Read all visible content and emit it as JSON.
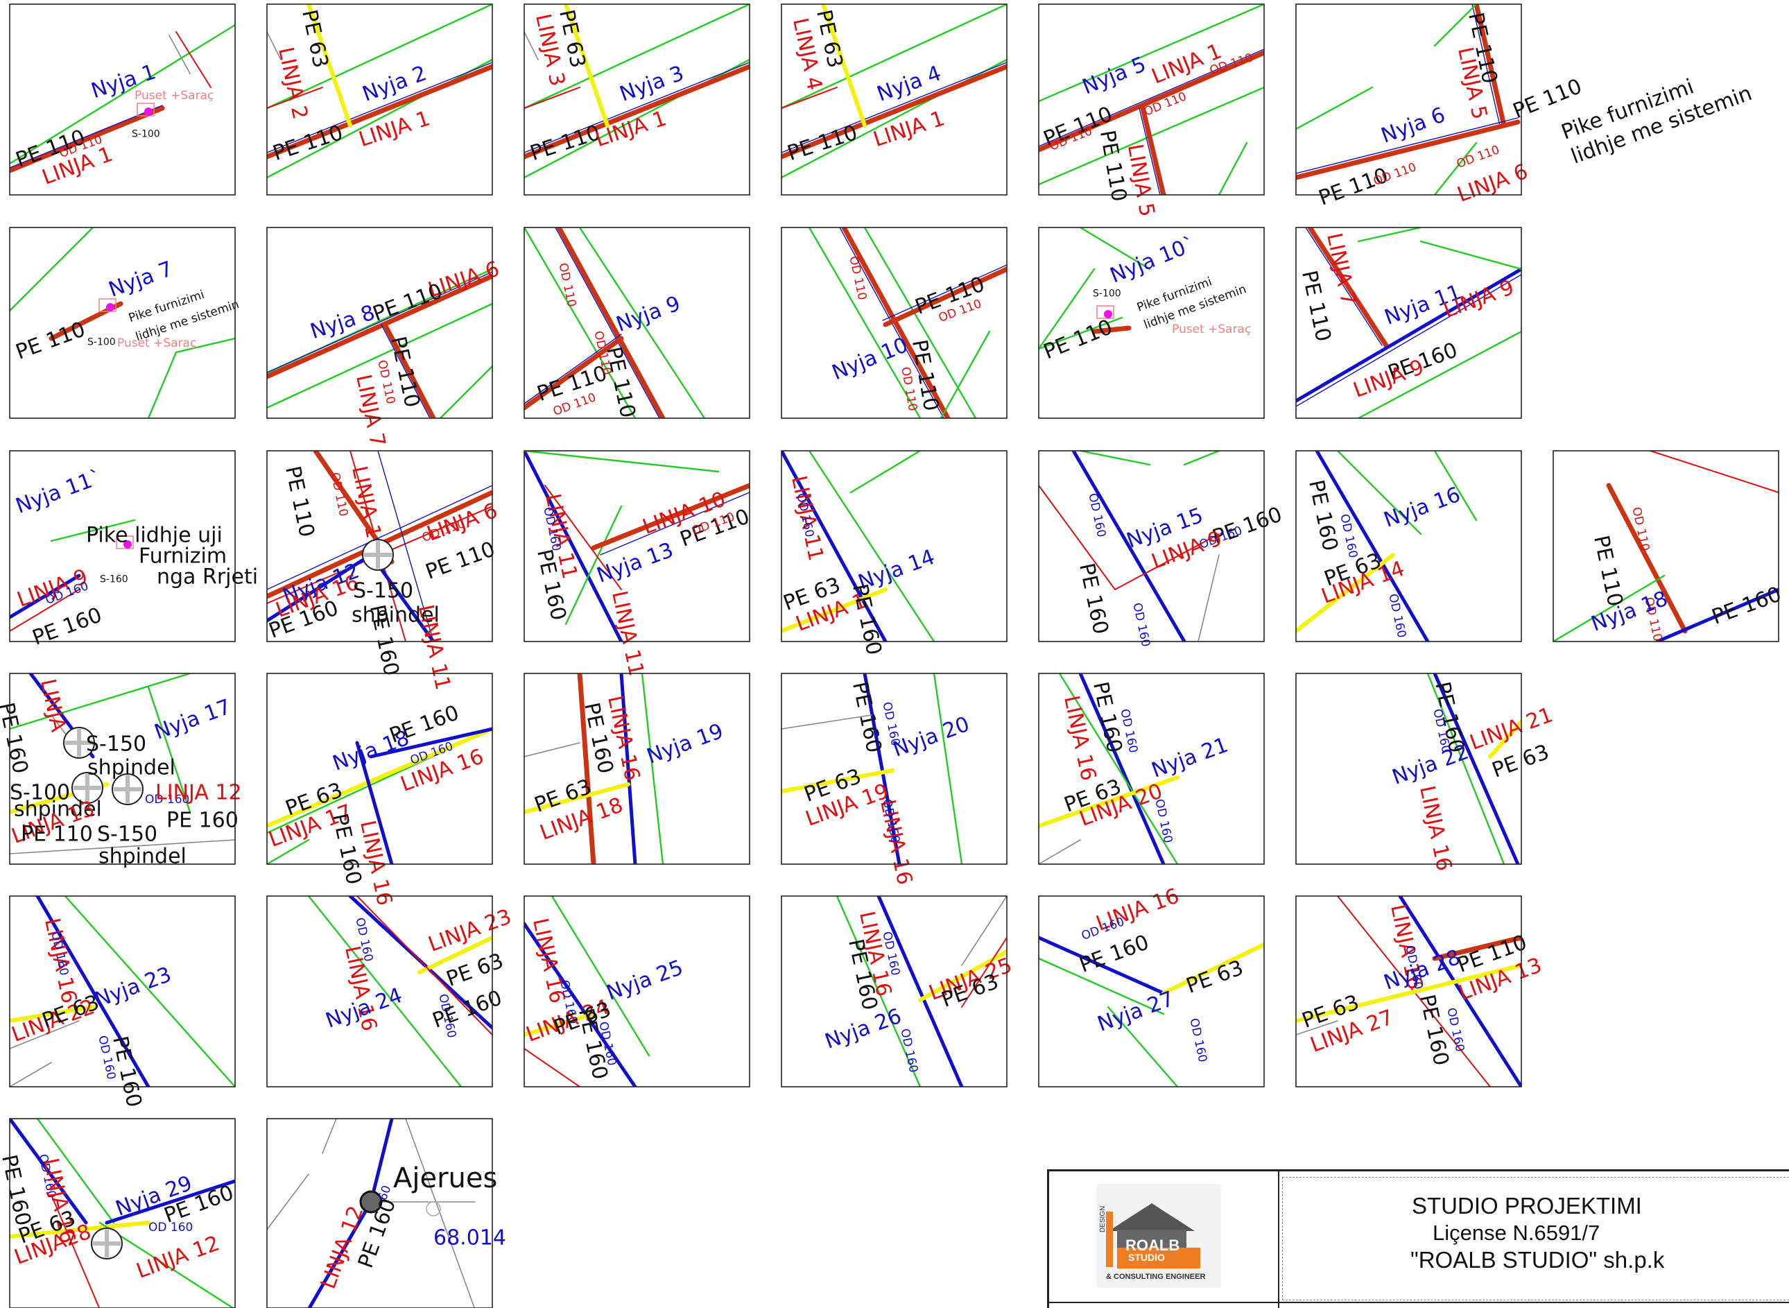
{
  "colors": {
    "frame": "#222222",
    "road": "#22cc22",
    "red_line": "#e01010",
    "pipe_red": "#cc3311",
    "pipe_blue": "#1010cc",
    "pipe_yellow": "#f2f20a",
    "boundary": "#888888",
    "orange": "#ef7d22",
    "magenta": "#ee10ee",
    "salmon": "#f08080"
  },
  "panels": [
    {
      "id": "p1",
      "texts": [
        {
          "t": "Nyja 1",
          "c": "blue"
        },
        {
          "t": "Puset +Saraç",
          "c": "salmon",
          "s": "s"
        },
        {
          "t": "S-100",
          "c": "black",
          "s": "xs"
        },
        {
          "t": "PE 110",
          "c": "black"
        },
        {
          "t": "OD 110",
          "c": "red",
          "s": "s"
        },
        {
          "t": "LINJA 1",
          "c": "red"
        }
      ]
    },
    {
      "id": "p2",
      "texts": [
        {
          "t": "PE 63",
          "c": "black"
        },
        {
          "t": "LINJA 2",
          "c": "red"
        },
        {
          "t": "Nyja 2",
          "c": "blue"
        },
        {
          "t": "PE 110",
          "c": "black"
        },
        {
          "t": "LINJA 1",
          "c": "red"
        }
      ]
    },
    {
      "id": "p3",
      "texts": [
        {
          "t": "LINJA 3",
          "c": "red"
        },
        {
          "t": "PE 63",
          "c": "black"
        },
        {
          "t": "Nyja 3",
          "c": "blue"
        },
        {
          "t": "PE 110",
          "c": "black"
        },
        {
          "t": "LINJA 1",
          "c": "red"
        }
      ]
    },
    {
      "id": "p4",
      "texts": [
        {
          "t": "LINJA 4",
          "c": "red"
        },
        {
          "t": "PE 63",
          "c": "black"
        },
        {
          "t": "Nyja 4",
          "c": "blue"
        },
        {
          "t": "PE 110",
          "c": "black"
        },
        {
          "t": "LINJA 1",
          "c": "red"
        }
      ]
    },
    {
      "id": "p5",
      "texts": [
        {
          "t": "Nyja 5",
          "c": "blue"
        },
        {
          "t": "LINJA 1",
          "c": "red"
        },
        {
          "t": "OD 110",
          "c": "red",
          "s": "s"
        },
        {
          "t": "PE 110",
          "c": "black"
        },
        {
          "t": "OD 110",
          "c": "red",
          "s": "s"
        },
        {
          "t": "OD 110",
          "c": "red",
          "s": "s"
        },
        {
          "t": "LINJA 5",
          "c": "red"
        },
        {
          "t": "PE 110",
          "c": "black"
        }
      ]
    },
    {
      "id": "p6",
      "texts": [
        {
          "t": "PE 110",
          "c": "black"
        },
        {
          "t": "LINJA 5",
          "c": "red"
        },
        {
          "t": "PE 110",
          "c": "black"
        },
        {
          "t": "Pike furnizimi",
          "c": "black"
        },
        {
          "t": "lidhje me sistemin",
          "c": "black"
        },
        {
          "t": "Nyja 6",
          "c": "blue"
        },
        {
          "t": "PE 110",
          "c": "black"
        },
        {
          "t": "OD 110",
          "c": "red",
          "s": "s"
        },
        {
          "t": "OD 110",
          "c": "red",
          "s": "s"
        },
        {
          "t": "LINJA 6",
          "c": "red"
        }
      ]
    },
    {
      "id": "p7",
      "texts": [
        {
          "t": "Nyja 7",
          "c": "blue"
        },
        {
          "t": "Pike furnizimi",
          "c": "black",
          "s": "s"
        },
        {
          "t": "lidhje me sistemin",
          "c": "black",
          "s": "s"
        },
        {
          "t": "PE 110",
          "c": "black"
        },
        {
          "t": "Puset +Saraç",
          "c": "salmon",
          "s": "s"
        },
        {
          "t": "S-100",
          "c": "black",
          "s": "xs"
        }
      ]
    },
    {
      "id": "p8",
      "texts": [
        {
          "t": "LINJA 6",
          "c": "red"
        },
        {
          "t": "Nyja 8",
          "c": "blue"
        },
        {
          "t": "PE 110",
          "c": "black"
        },
        {
          "t": "PE 110",
          "c": "black"
        },
        {
          "t": "OD 110",
          "c": "red",
          "s": "s"
        },
        {
          "t": "LINJA 7",
          "c": "red"
        }
      ]
    },
    {
      "id": "p9",
      "texts": [
        {
          "t": "OD 110",
          "c": "red",
          "s": "s"
        },
        {
          "t": "Nyja 9",
          "c": "blue"
        },
        {
          "t": "PE 110",
          "c": "black"
        },
        {
          "t": "OD 110",
          "c": "red",
          "s": "s"
        },
        {
          "t": "PE 110",
          "c": "black"
        },
        {
          "t": "OD 110",
          "c": "red",
          "s": "s"
        }
      ]
    },
    {
      "id": "p10",
      "texts": [
        {
          "t": "OD 110",
          "c": "red",
          "s": "s"
        },
        {
          "t": "PE 110",
          "c": "black"
        },
        {
          "t": "OD 110",
          "c": "red",
          "s": "s"
        },
        {
          "t": "Nyja 10",
          "c": "blue"
        },
        {
          "t": "PE 110",
          "c": "black"
        },
        {
          "t": "OD 110",
          "c": "red",
          "s": "s"
        }
      ]
    },
    {
      "id": "p11",
      "texts": [
        {
          "t": "Nyja 10`",
          "c": "blue"
        },
        {
          "t": "S-100",
          "c": "black",
          "s": "xs"
        },
        {
          "t": "Pike furnizimi",
          "c": "black",
          "s": "s"
        },
        {
          "t": "lidhje me sistemin",
          "c": "black",
          "s": "s"
        },
        {
          "t": "PE 110",
          "c": "black"
        },
        {
          "t": "Puset +Saraç",
          "c": "salmon",
          "s": "s"
        }
      ]
    },
    {
      "id": "p12",
      "texts": [
        {
          "t": "LINJA 7",
          "c": "red"
        },
        {
          "t": "PE 110",
          "c": "black"
        },
        {
          "t": "Nyja 11",
          "c": "blue"
        },
        {
          "t": "LINJA 9",
          "c": "red"
        },
        {
          "t": "PE 160",
          "c": "black"
        },
        {
          "t": "LINJA 9",
          "c": "red"
        }
      ]
    },
    {
      "id": "p13",
      "texts": [
        {
          "t": "Nyja 11`",
          "c": "blue"
        },
        {
          "t": "Pike lidhje uji",
          "c": "black"
        },
        {
          "t": "Furnizim",
          "c": "black"
        },
        {
          "t": "nga Rrjeti",
          "c": "black"
        },
        {
          "t": "LINJA 9",
          "c": "red"
        },
        {
          "t": "OD 160",
          "c": "blue",
          "s": "s"
        },
        {
          "t": "S-160",
          "c": "black",
          "s": "xs"
        },
        {
          "t": "PE 160",
          "c": "black"
        }
      ]
    },
    {
      "id": "p14",
      "texts": [
        {
          "t": "PE 110",
          "c": "black"
        },
        {
          "t": "OD 110",
          "c": "red",
          "s": "s"
        },
        {
          "t": "LINJA 1",
          "c": "red"
        },
        {
          "t": "LINJA 6",
          "c": "red"
        },
        {
          "t": "OD 110",
          "c": "red",
          "s": "s"
        },
        {
          "t": "PE 110",
          "c": "black"
        },
        {
          "t": "Nyja 12",
          "c": "blue"
        },
        {
          "t": "LINJA 16",
          "c": "red"
        },
        {
          "t": "S-150",
          "c": "black"
        },
        {
          "t": "shpindel",
          "c": "black"
        },
        {
          "t": "PE 160",
          "c": "black"
        },
        {
          "t": "PE 160",
          "c": "black"
        },
        {
          "t": "LINJA 11",
          "c": "red"
        }
      ]
    },
    {
      "id": "p15",
      "texts": [
        {
          "t": "LINJA 11",
          "c": "red"
        },
        {
          "t": "OD 160",
          "c": "blue",
          "s": "s"
        },
        {
          "t": "LINJA 10",
          "c": "red"
        },
        {
          "t": "PE 110",
          "c": "black"
        },
        {
          "t": "OD 110",
          "c": "red",
          "s": "s"
        },
        {
          "t": "Nyja 13",
          "c": "blue"
        },
        {
          "t": "PE 160",
          "c": "black"
        },
        {
          "t": "LINJA 11",
          "c": "red"
        }
      ]
    },
    {
      "id": "p16",
      "texts": [
        {
          "t": "LINJA 11",
          "c": "red"
        },
        {
          "t": "OD 160",
          "c": "blue",
          "s": "s"
        },
        {
          "t": "Nyja 14",
          "c": "blue"
        },
        {
          "t": "PE 63",
          "c": "black"
        },
        {
          "t": "LINJA 1",
          "c": "red"
        },
        {
          "t": "PE 160",
          "c": "black"
        }
      ]
    },
    {
      "id": "p17",
      "texts": [
        {
          "t": "OD 160",
          "c": "blue",
          "s": "s"
        },
        {
          "t": "Nyja 15",
          "c": "blue"
        },
        {
          "t": "PE 160",
          "c": "black"
        },
        {
          "t": "OD 160",
          "c": "blue",
          "s": "s"
        },
        {
          "t": "LINJA 9",
          "c": "red"
        },
        {
          "t": "PE 160",
          "c": "black"
        },
        {
          "t": "OD 160",
          "c": "blue",
          "s": "s"
        }
      ]
    },
    {
      "id": "p18",
      "texts": [
        {
          "t": "PE 160",
          "c": "black"
        },
        {
          "t": "OD 160",
          "c": "blue",
          "s": "s"
        },
        {
          "t": "Nyja 16",
          "c": "blue"
        },
        {
          "t": "PE 63",
          "c": "black"
        },
        {
          "t": "LINJA 14",
          "c": "red"
        },
        {
          "t": "OD 160",
          "c": "blue",
          "s": "s"
        }
      ]
    },
    {
      "id": "p19",
      "texts": [
        {
          "t": "OD 110",
          "c": "red",
          "s": "s"
        },
        {
          "t": "PE 110",
          "c": "black"
        },
        {
          "t": "OD 110",
          "c": "red",
          "s": "s"
        },
        {
          "t": "Nyja 18",
          "c": "blue"
        },
        {
          "t": "PE 160",
          "c": "black"
        }
      ]
    },
    {
      "id": "p20",
      "texts": [
        {
          "t": "PE 160",
          "c": "black"
        },
        {
          "t": "LINJA",
          "c": "red"
        },
        {
          "t": "S-150",
          "c": "black"
        },
        {
          "t": "shpindel",
          "c": "black"
        },
        {
          "t": "Nyja 17",
          "c": "blue"
        },
        {
          "t": "S-100",
          "c": "black"
        },
        {
          "t": "shpindel",
          "c": "black"
        },
        {
          "t": "OD 160",
          "c": "blue",
          "s": "s"
        },
        {
          "t": "LINJA 12",
          "c": "red"
        },
        {
          "t": "LINJA 13",
          "c": "red"
        },
        {
          "t": "PE 110",
          "c": "black"
        },
        {
          "t": "S-150",
          "c": "black"
        },
        {
          "t": "shpindel",
          "c": "black"
        },
        {
          "t": "PE 160",
          "c": "black"
        }
      ]
    },
    {
      "id": "p21",
      "texts": [
        {
          "t": "Nyja 18",
          "c": "blue"
        },
        {
          "t": "PE 160",
          "c": "black"
        },
        {
          "t": "OD 160",
          "c": "blue",
          "s": "s"
        },
        {
          "t": "LINJA 16",
          "c": "red"
        },
        {
          "t": "PE 63",
          "c": "black"
        },
        {
          "t": "LINJA 17",
          "c": "red"
        },
        {
          "t": "PE 160",
          "c": "black"
        },
        {
          "t": "LINJA 16",
          "c": "red"
        }
      ]
    },
    {
      "id": "p22",
      "texts": [
        {
          "t": "PE 160",
          "c": "black"
        },
        {
          "t": "LINJA 16",
          "c": "red"
        },
        {
          "t": "Nyja 19",
          "c": "blue"
        },
        {
          "t": "PE 63",
          "c": "black"
        },
        {
          "t": "LINJA 18",
          "c": "red"
        }
      ]
    },
    {
      "id": "p23",
      "texts": [
        {
          "t": "PE 160",
          "c": "black"
        },
        {
          "t": "OD 160",
          "c": "blue",
          "s": "s"
        },
        {
          "t": "Nyja 20",
          "c": "blue"
        },
        {
          "t": "PE 63",
          "c": "black"
        },
        {
          "t": "LINJA 19",
          "c": "red"
        },
        {
          "t": "LINJA 16",
          "c": "red"
        },
        {
          "t": "OD 160",
          "c": "blue",
          "s": "s"
        }
      ]
    },
    {
      "id": "p24",
      "texts": [
        {
          "t": "LINJA 16",
          "c": "red"
        },
        {
          "t": "PE 160",
          "c": "black"
        },
        {
          "t": "OD 160",
          "c": "blue",
          "s": "s"
        },
        {
          "t": "Nyja 21",
          "c": "blue"
        },
        {
          "t": "PE 63",
          "c": "black"
        },
        {
          "t": "LINJA 20",
          "c": "red"
        },
        {
          "t": "OD 160",
          "c": "blue",
          "s": "s"
        }
      ]
    },
    {
      "id": "p25",
      "texts": [
        {
          "t": "PE 160",
          "c": "black"
        },
        {
          "t": "OD 160",
          "c": "blue",
          "s": "s"
        },
        {
          "t": "LINJA 21",
          "c": "red"
        },
        {
          "t": "Nyja 22",
          "c": "blue"
        },
        {
          "t": "PE 63",
          "c": "black"
        },
        {
          "t": "LINJA 16",
          "c": "red"
        }
      ]
    },
    {
      "id": "p26",
      "texts": [
        {
          "t": "LINJA 16",
          "c": "red"
        },
        {
          "t": "OD 160",
          "c": "blue",
          "s": "s"
        },
        {
          "t": "Nyja 23",
          "c": "blue"
        },
        {
          "t": "LINJA 22",
          "c": "red"
        },
        {
          "t": "PE 63",
          "c": "black"
        },
        {
          "t": "OD 160",
          "c": "blue",
          "s": "s"
        },
        {
          "t": "PE 160",
          "c": "black"
        }
      ]
    },
    {
      "id": "p27",
      "texts": [
        {
          "t": "OD 160",
          "c": "blue",
          "s": "s"
        },
        {
          "t": "LINJA 23",
          "c": "red"
        },
        {
          "t": "LINJA 16",
          "c": "red"
        },
        {
          "t": "PE 63",
          "c": "black"
        },
        {
          "t": "OD 160",
          "c": "blue",
          "s": "s"
        },
        {
          "t": "Nyja 24",
          "c": "blue"
        },
        {
          "t": "PE 160",
          "c": "black"
        }
      ]
    },
    {
      "id": "p28",
      "texts": [
        {
          "t": "LINJA 16",
          "c": "red"
        },
        {
          "t": "OD 160",
          "c": "blue",
          "s": "s"
        },
        {
          "t": "Nyja 25",
          "c": "blue"
        },
        {
          "t": "LINJA 24",
          "c": "red"
        },
        {
          "t": "PE 63",
          "c": "black"
        },
        {
          "t": "PE 160",
          "c": "black"
        },
        {
          "t": "OD 160",
          "c": "blue",
          "s": "s"
        }
      ]
    },
    {
      "id": "p29",
      "texts": [
        {
          "t": "LINJA 16",
          "c": "red"
        },
        {
          "t": "OD 160",
          "c": "blue",
          "s": "s"
        },
        {
          "t": "LINJA 25",
          "c": "red"
        },
        {
          "t": "PE 160",
          "c": "black"
        },
        {
          "t": "PE 63",
          "c": "black"
        },
        {
          "t": "Nyja 26",
          "c": "blue"
        },
        {
          "t": "OD 160",
          "c": "blue",
          "s": "s"
        }
      ]
    },
    {
      "id": "p30",
      "texts": [
        {
          "t": "LINJA 16",
          "c": "red"
        },
        {
          "t": "OD 160",
          "c": "blue",
          "s": "s"
        },
        {
          "t": "PE 160",
          "c": "black"
        },
        {
          "t": "PE 63",
          "c": "black"
        },
        {
          "t": "Nyja 27",
          "c": "blue"
        },
        {
          "t": "OD 160",
          "c": "blue",
          "s": "s"
        }
      ]
    },
    {
      "id": "p31",
      "texts": [
        {
          "t": "LINJA 16",
          "c": "red"
        },
        {
          "t": "OD 160",
          "c": "blue",
          "s": "s"
        },
        {
          "t": "Nyja 28",
          "c": "blue"
        },
        {
          "t": "PE 110",
          "c": "black"
        },
        {
          "t": "LINJA 13",
          "c": "red"
        },
        {
          "t": "PE 63",
          "c": "black"
        },
        {
          "t": "LINJA 27",
          "c": "red"
        },
        {
          "t": "PE 160",
          "c": "black"
        },
        {
          "t": "OD 160",
          "c": "blue",
          "s": "s"
        }
      ]
    },
    {
      "id": "p32",
      "texts": [
        {
          "t": "PE 160",
          "c": "black"
        },
        {
          "t": "OD 160",
          "c": "blue",
          "s": "s"
        },
        {
          "t": "LINJA 16",
          "c": "red"
        },
        {
          "t": "Nyja 29",
          "c": "blue"
        },
        {
          "t": "PE 160",
          "c": "black"
        },
        {
          "t": "OD 160",
          "c": "blue",
          "s": "s"
        },
        {
          "t": "PE 63",
          "c": "black"
        },
        {
          "t": "LINJA28",
          "c": "red"
        },
        {
          "t": "LINJA 12",
          "c": "red"
        }
      ]
    },
    {
      "id": "p33",
      "texts": [
        {
          "t": "Ajerues",
          "c": "black",
          "s": "l"
        },
        {
          "t": "68.014",
          "c": "blue"
        },
        {
          "t": "LINJA 12",
          "c": "red"
        },
        {
          "t": "PE 160",
          "c": "black"
        },
        {
          "t": "60",
          "c": "blue",
          "s": "s"
        }
      ]
    }
  ],
  "title_block": {
    "line1": "STUDIO PROJEKTIMI",
    "line2": "Liçense N.6591/7",
    "line3": "\"ROALB STUDIO\" sh.p.k",
    "logo_name": "ROALB",
    "logo_sub": "STUDIO",
    "logo_design": "DESIGN",
    "logo_tagline": "& CONSULTING ENGINEER"
  }
}
